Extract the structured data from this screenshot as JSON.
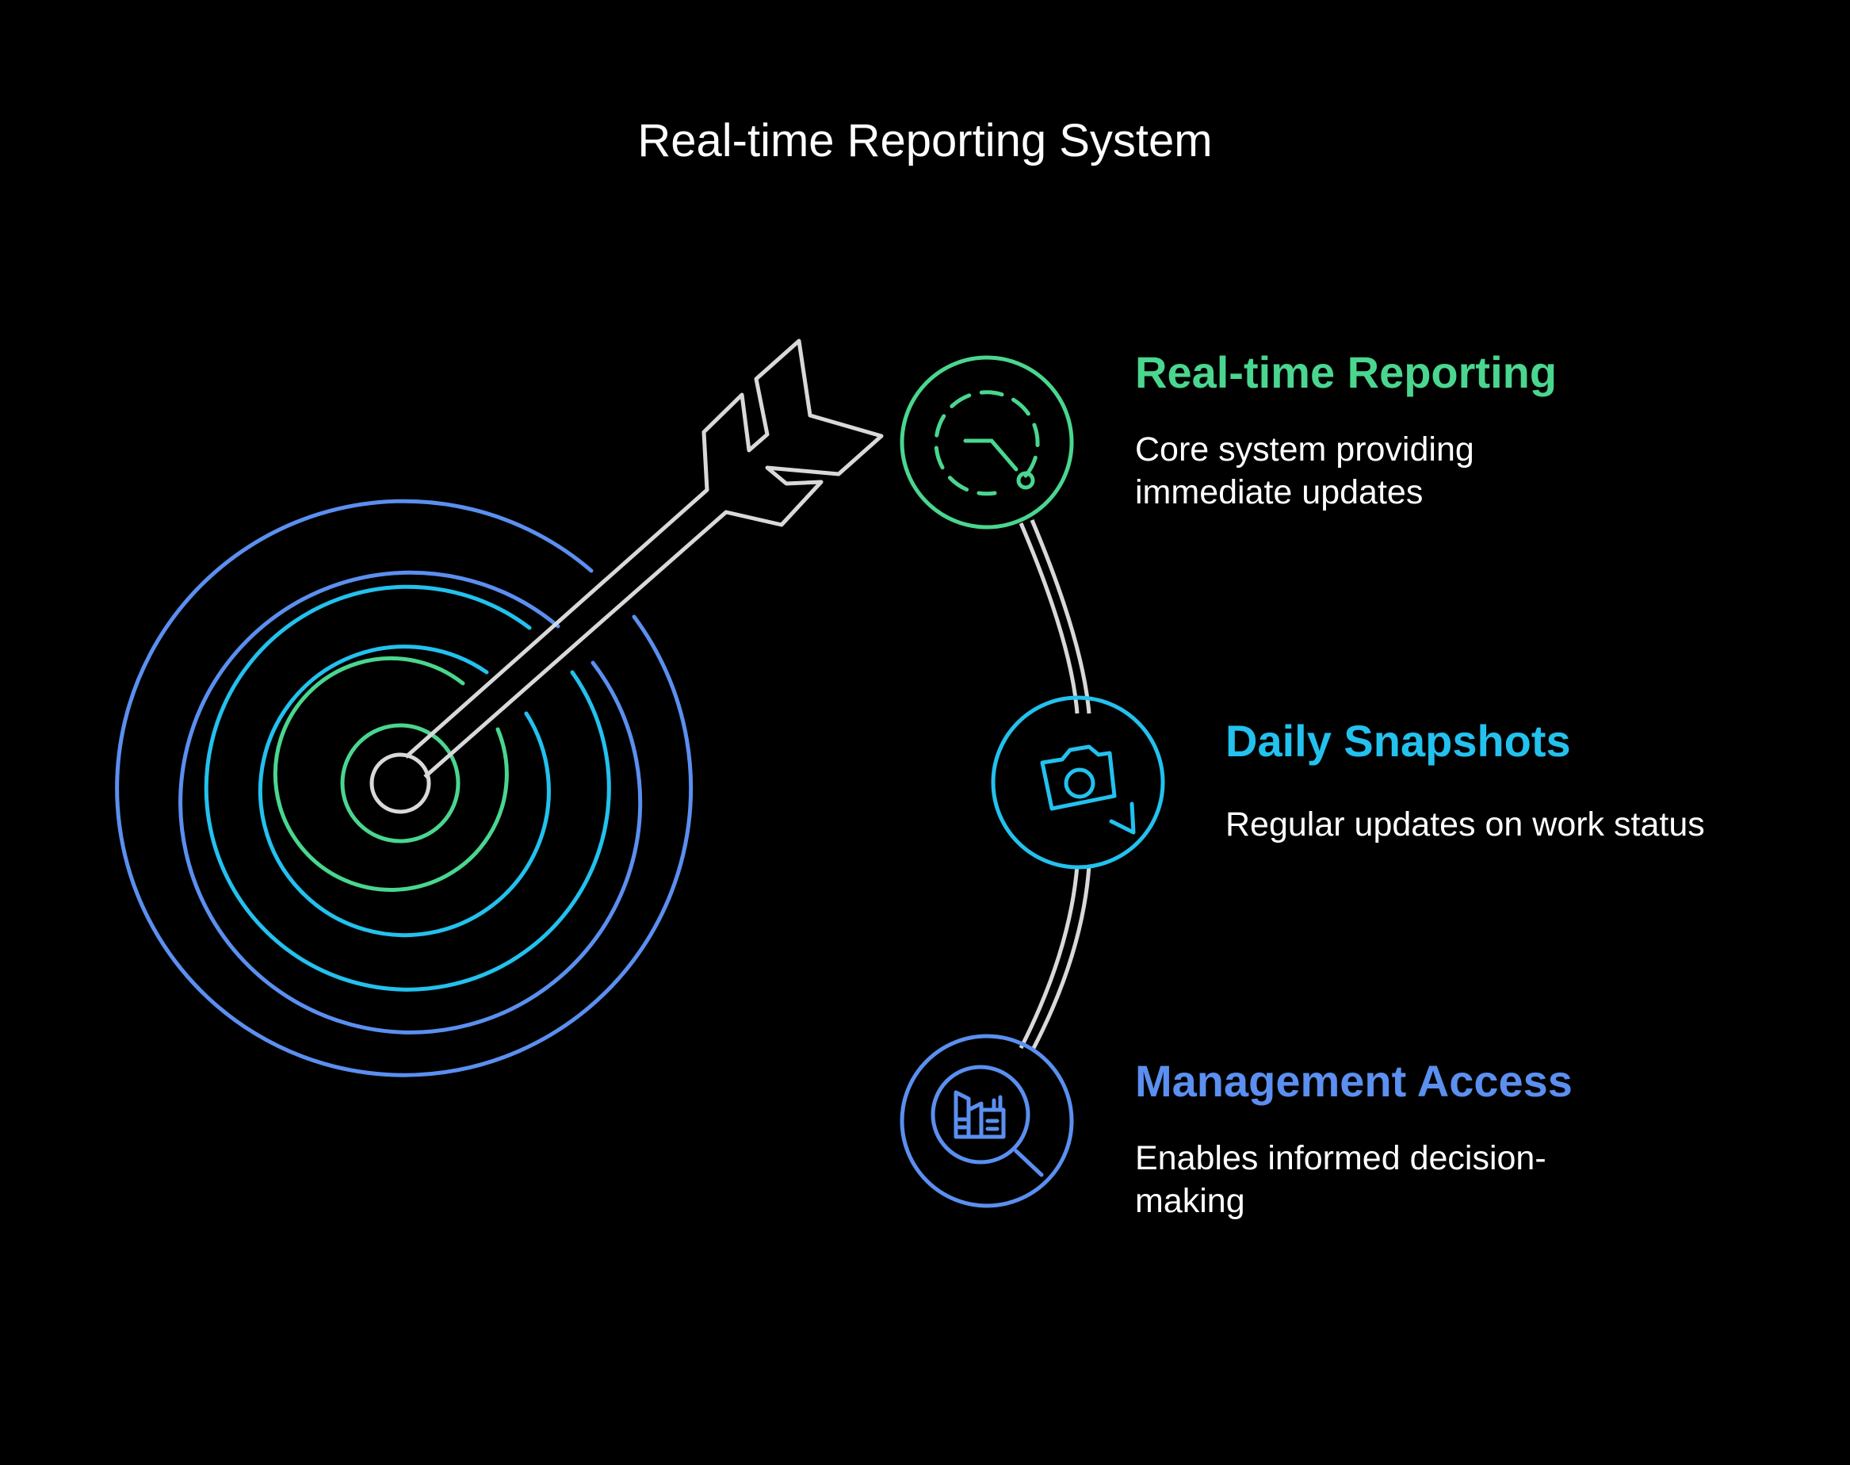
{
  "title": "Real-time Reporting System",
  "items": [
    {
      "title": "Real-time Reporting",
      "description": "Core system providing immediate updates",
      "icon": "clock-icon",
      "color": "#4ad68f"
    },
    {
      "title": "Daily Snapshots",
      "description": "Regular updates on work status",
      "icon": "camera-icon",
      "color": "#23c1ee"
    },
    {
      "title": "Management Access",
      "description": "Enables informed decision-making",
      "icon": "magnifier-chart-icon",
      "color": "#5b8ff0"
    }
  ],
  "colors": {
    "background": "#000000",
    "arrow": "#d9d9d9",
    "ring_green": "#4ad68f",
    "ring_cyan": "#23c1ee",
    "ring_blue": "#5b8ff0"
  }
}
